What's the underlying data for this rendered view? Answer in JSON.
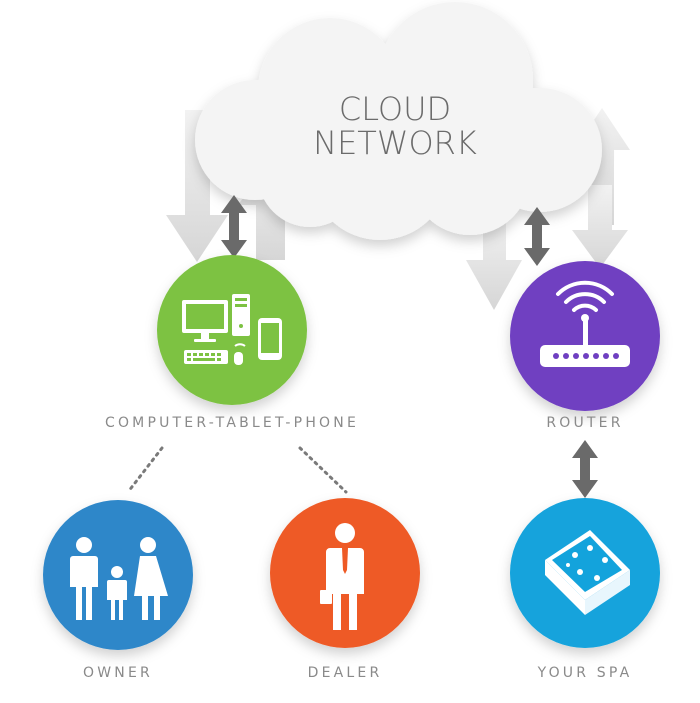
{
  "cloud": {
    "line1": "CLOUD",
    "line2": "NETWORK"
  },
  "nodes": {
    "computer": {
      "label": "COMPUTER-TABLET-PHONE",
      "color": "#7dc242",
      "icon": "computer-tablet-phone-icon"
    },
    "router": {
      "label": "ROUTER",
      "color": "#6f3fc1",
      "icon": "router-icon"
    },
    "owner": {
      "label": "OWNER",
      "color": "#2e87c9",
      "icon": "family-icon"
    },
    "dealer": {
      "label": "DEALER",
      "color": "#ee5a25",
      "icon": "businessman-icon"
    },
    "spa": {
      "label": "YOUR SPA",
      "color": "#13a3dc",
      "icon": "hot-tub-icon"
    }
  },
  "colors": {
    "big_arrow": "#dcdcdc",
    "small_arrow": "#6a6a6a",
    "dots": "#7a7a7a",
    "label": "#8a8a8a"
  }
}
